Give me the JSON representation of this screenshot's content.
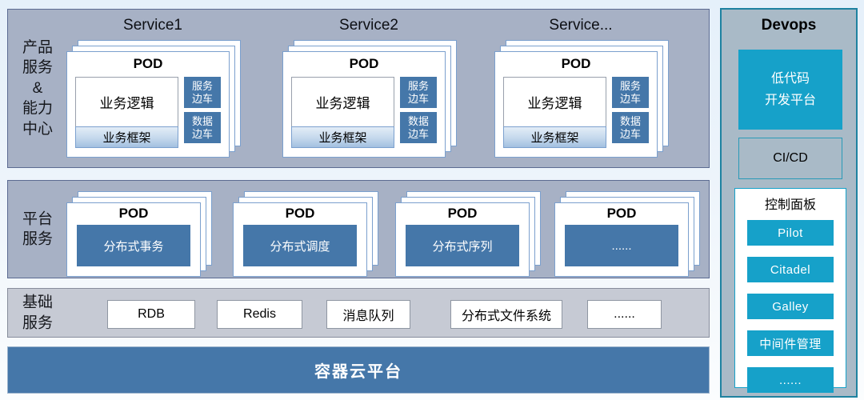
{
  "diagram": {
    "products_band": {
      "label_lines": [
        "产品",
        "服务",
        "&",
        "能力",
        "中心"
      ],
      "services": [
        {
          "title": "Service1",
          "pod_title": "POD",
          "logic": "业务逻辑",
          "framework": "业务框架",
          "sidecar_service": "服务边车",
          "sidecar_data": "数据边车"
        },
        {
          "title": "Service2",
          "pod_title": "POD",
          "logic": "业务逻辑",
          "framework": "业务框架",
          "sidecar_service": "服务边车",
          "sidecar_data": "数据边车"
        },
        {
          "title": "Service...",
          "pod_title": "POD",
          "logic": "业务逻辑",
          "framework": "业务框架",
          "sidecar_service": "服务边车",
          "sidecar_data": "数据边车"
        }
      ]
    },
    "platform_band": {
      "label_lines": [
        "平台",
        "服务"
      ],
      "pods": [
        {
          "title": "POD",
          "label": "分布式事务"
        },
        {
          "title": "POD",
          "label": "分布式调度"
        },
        {
          "title": "POD",
          "label": "分布式序列"
        },
        {
          "title": "POD",
          "label": "......"
        }
      ]
    },
    "infra_band": {
      "label_lines": [
        "基础",
        "服务"
      ],
      "boxes": [
        "RDB",
        "Redis",
        "消息队列",
        "分布式文件系统",
        "......"
      ]
    },
    "cloud_band": {
      "label": "容器云平台"
    }
  },
  "sidebar": {
    "title": "Devops",
    "low_code_lines": [
      "低代码",
      "开发平台"
    ],
    "cicd": "CI/CD",
    "panel_title": "控制面板",
    "buttons": [
      "Pilot",
      "Citadel",
      "Galley",
      "中间件管理",
      "......"
    ]
  },
  "colors": {
    "band_bg": "#a7b1c5",
    "band_border": "#5c6b92",
    "infra_bg": "#c6cad4",
    "steel_blue": "#4577a9",
    "pod_border": "#7ba0ce",
    "framework_gradient_top": "#e3edf7",
    "framework_gradient_bottom": "#a2c0e0",
    "teal": "#16a1c9",
    "sidebar_bg": "#a9bac7",
    "sidebar_border": "#1e82a0"
  }
}
